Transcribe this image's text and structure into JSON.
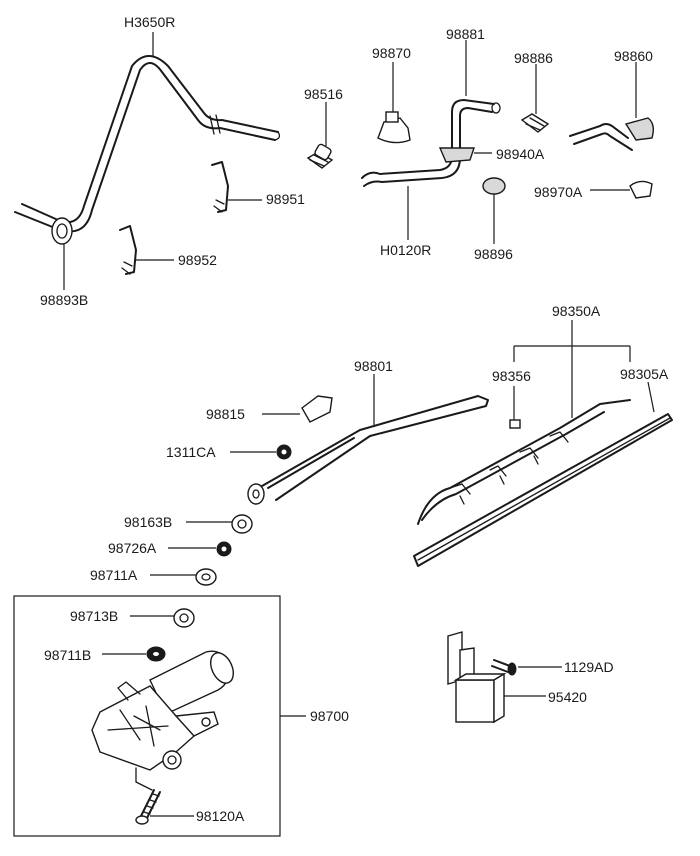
{
  "labels": {
    "H3650R": "H3650R",
    "98870": "98870",
    "98881": "98881",
    "98886": "98886",
    "98860": "98860",
    "98516": "98516",
    "98940A": "98940A",
    "98951": "98951",
    "98970A": "98970A",
    "98893B": "98893B",
    "98952": "98952",
    "H0120R": "H0120R",
    "98896": "98896",
    "98350A": "98350A",
    "98801": "98801",
    "98356": "98356",
    "98305A": "98305A",
    "98815": "98815",
    "1311CA": "1311CA",
    "98163B": "98163B",
    "98726A": "98726A",
    "98711A": "98711A",
    "98713B": "98713B",
    "98711B": "98711B",
    "98700": "98700",
    "1129AD": "1129AD",
    "95420": "95420",
    "98120A": "98120A"
  }
}
